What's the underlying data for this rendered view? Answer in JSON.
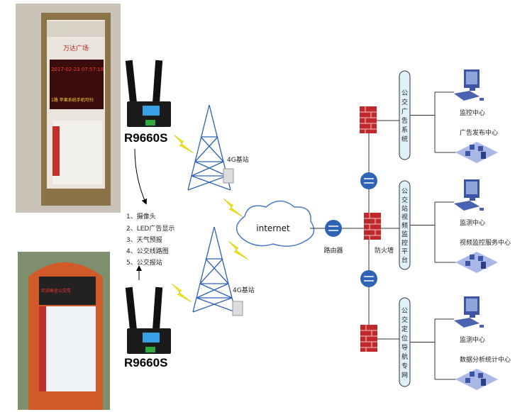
{
  "photos": {
    "top_sign_title": "万达广场",
    "top_sign_datetime": "2017-02-23 07:57:18",
    "top_sign_scroll": "1路  苹果系统手机可扫",
    "bottom_sign_scroll": "欢迎乘坐公交车"
  },
  "devices": {
    "top_router": "R9660S",
    "bottom_router": "R9660S"
  },
  "features": [
    "1、摄像头",
    "2、LED广告显示",
    "3、天气预报",
    "4、公交线路图",
    "5、公交报站"
  ],
  "network": {
    "base_station_top": "4G基站",
    "base_station_bottom": "4G基站",
    "cloud": "internet",
    "router": "路由器",
    "firewall": "防火墙"
  },
  "systems": [
    {
      "name": "公交广告系统",
      "terminals": [
        "监控中心",
        "广告发布中心"
      ]
    },
    {
      "name": "公交站视频监控平台",
      "terminals": [
        "监测中心",
        "视频监控服务中心"
      ]
    },
    {
      "name": "公交定位导航专网",
      "terminals": [
        "监测中心",
        "数据分析统计中心"
      ]
    }
  ],
  "colors": {
    "pill": "#dff1fb",
    "computer": "#4a63b0",
    "firewall": "#c0282b",
    "bolt": "#f2e600"
  }
}
